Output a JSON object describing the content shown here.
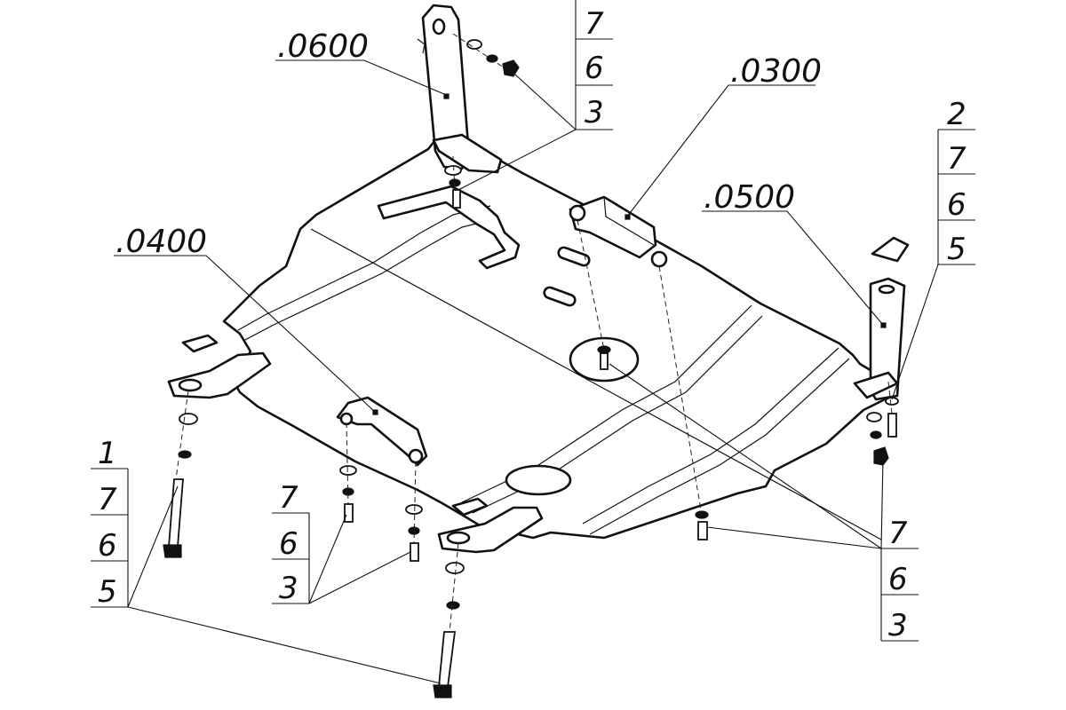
{
  "labels": {
    "part_0600": ".0600",
    "part_0300": ".0300",
    "part_0500": ".0500",
    "part_0400": ".0400"
  },
  "callouts": {
    "top_center": [
      "7",
      "6",
      "3"
    ],
    "right_top": [
      "2",
      "7",
      "6",
      "5"
    ],
    "left_bottom": [
      "1",
      "7",
      "6",
      "5"
    ],
    "mid_bottom": [
      "7",
      "6",
      "3"
    ],
    "right_bottom": [
      "7",
      "6",
      "3"
    ]
  }
}
